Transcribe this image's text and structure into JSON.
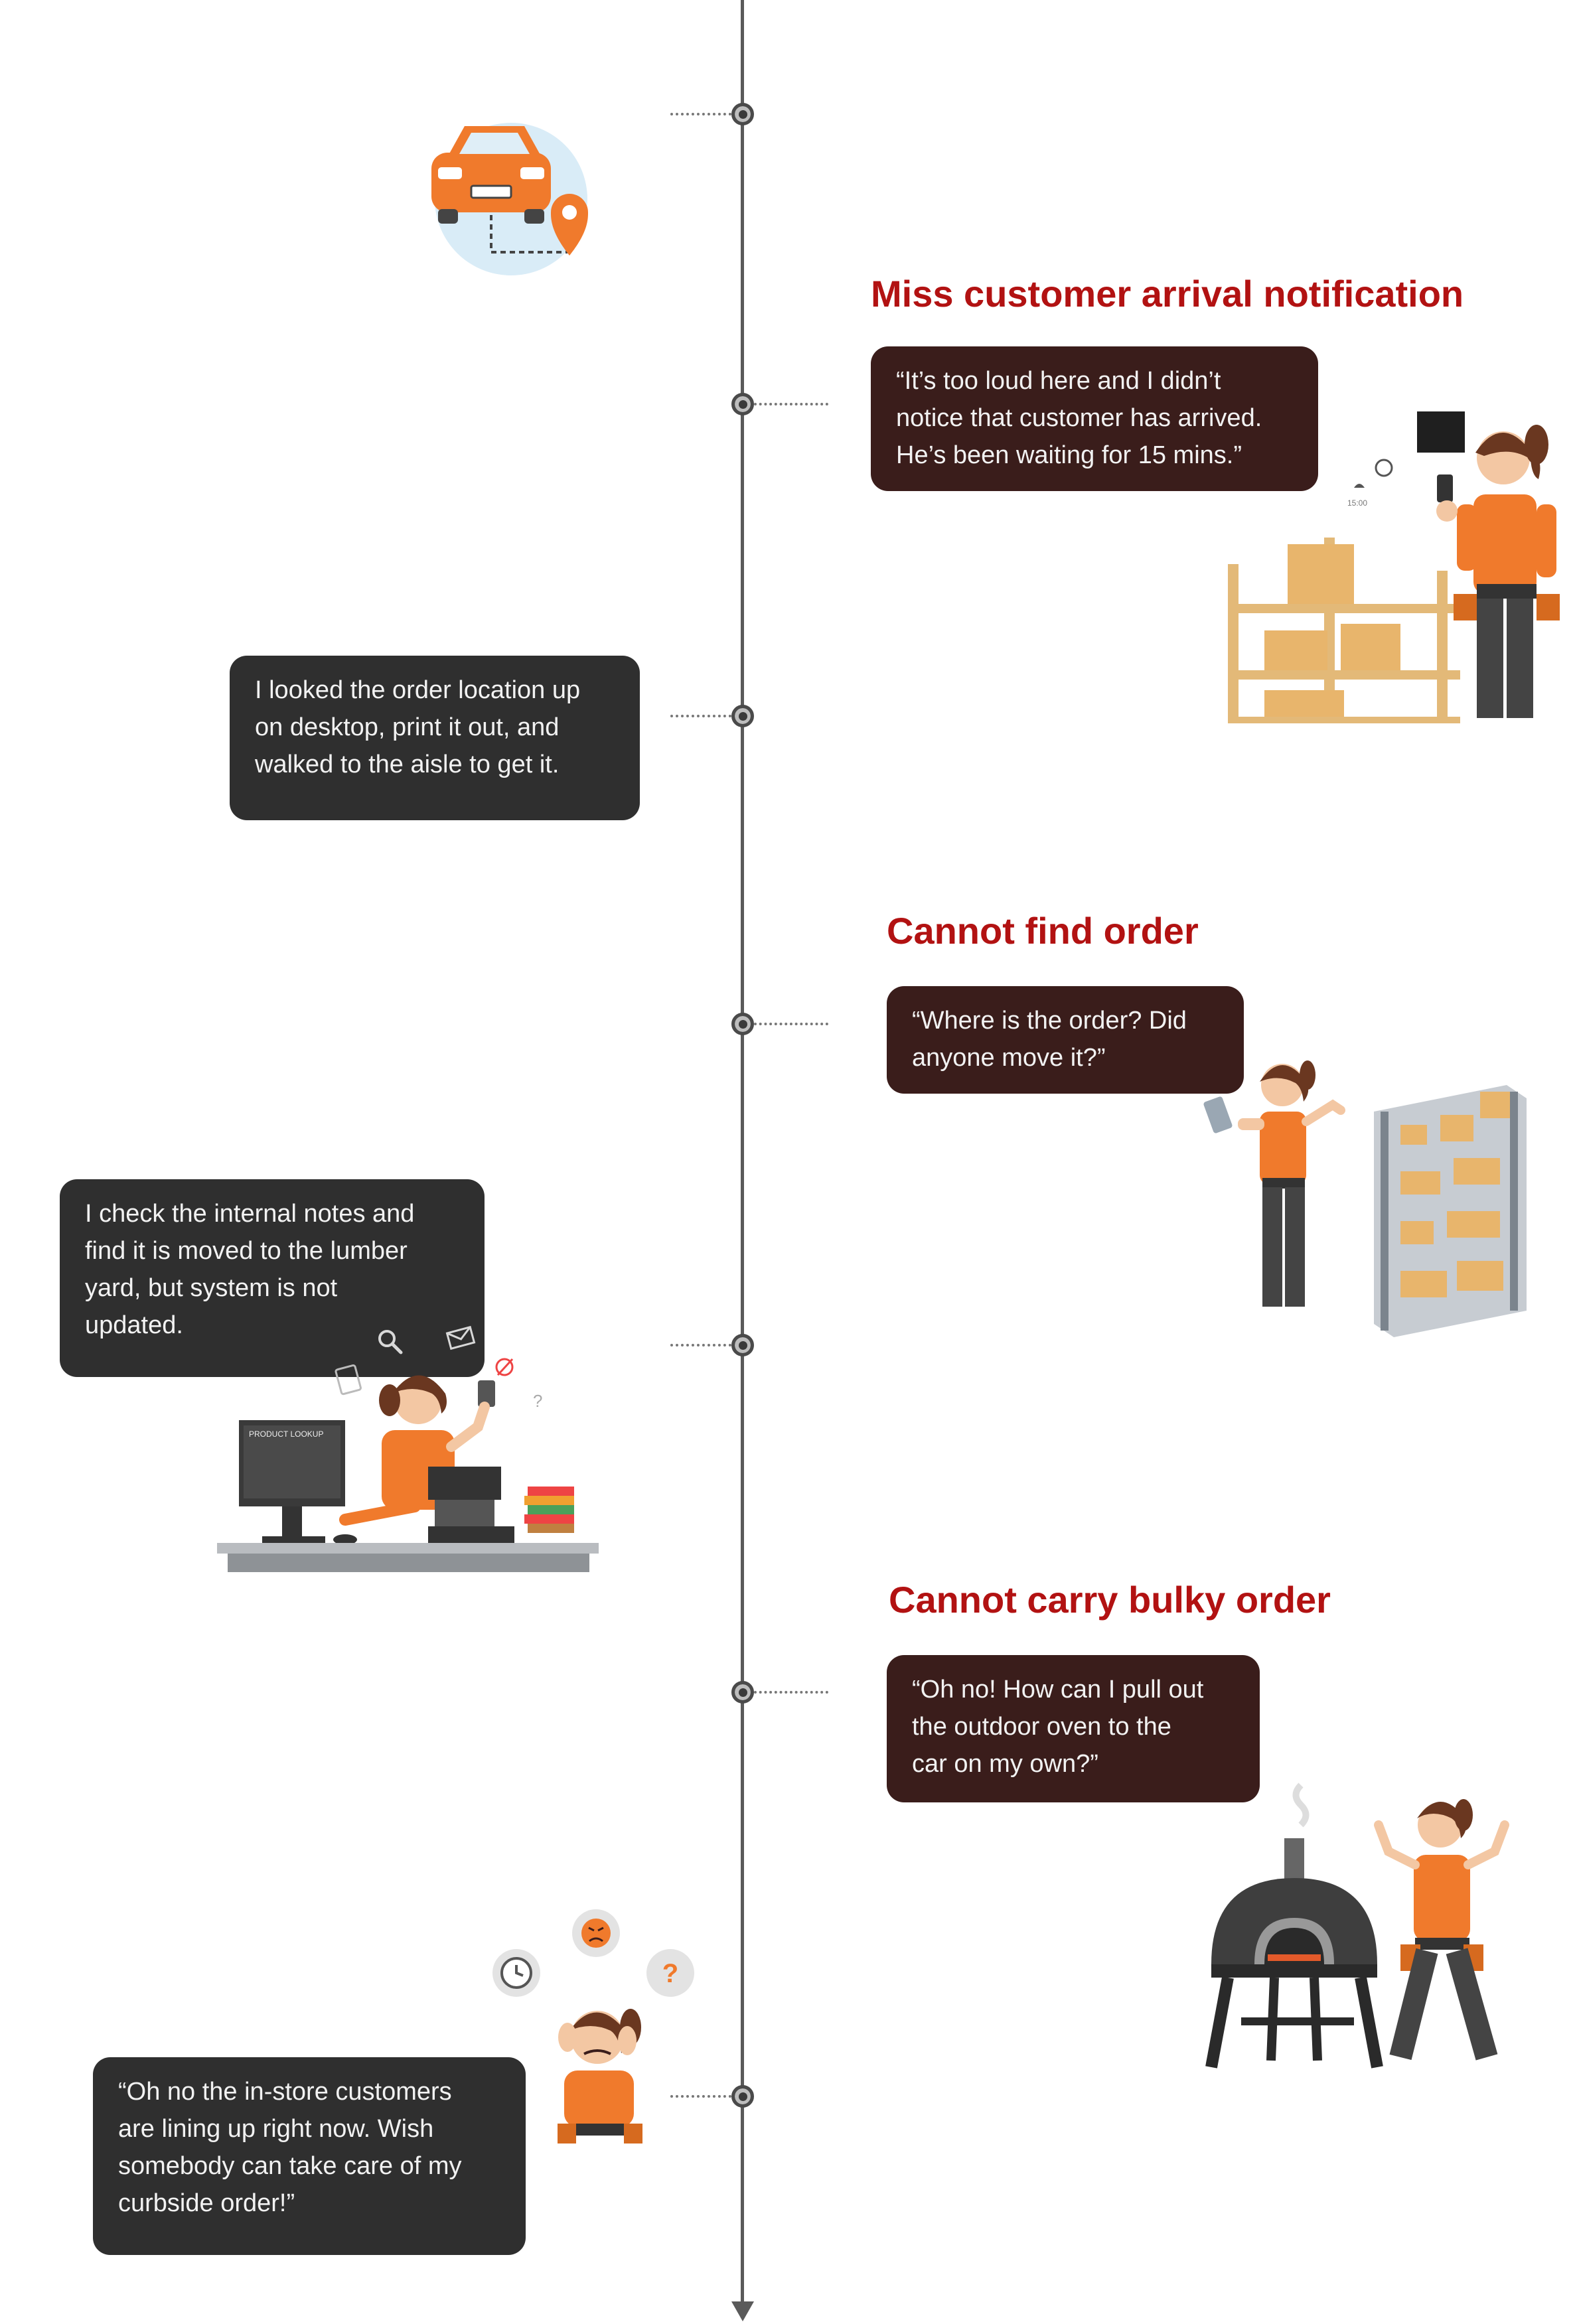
{
  "events": [
    {
      "side": "right",
      "title": "Miss customer arrival notification",
      "quote": "“It’s too loud here and I didn’t notice that customer has arrived. He’s been waiting for 15 mins.”",
      "lines": [
        "“It’s too loud here and I didn’t",
        "notice that  customer has arrived.",
        "He’s been waiting for 15 mins.”"
      ]
    },
    {
      "side": "left",
      "lines": [
        "I looked the order location up",
        "on desktop, print it out, and",
        "walked to the aisle to get it."
      ]
    },
    {
      "side": "right",
      "title": "Cannot find order",
      "lines": [
        "“Where is the order? Did",
        "anyone move it?”"
      ]
    },
    {
      "side": "left",
      "lines": [
        "I check the internal notes and",
        "find it is moved to the lumber",
        "yard, but system is not",
        "updated."
      ]
    },
    {
      "side": "right",
      "title": "Cannot carry bulky order",
      "lines": [
        "“Oh no! How can I pull out",
        "the outdoor oven to the",
        "car on my own?”"
      ]
    },
    {
      "side": "left",
      "lines": [
        "“Oh no the in-store customers",
        "are lining up right now. Wish",
        "somebody can take care of my",
        "curbside order!”"
      ]
    }
  ],
  "illustrations": {
    "monitor_label": "PRODUCT LOOKUP",
    "clock_small_text": "15:00"
  },
  "icons": [
    "car-location-icon",
    "search-icon",
    "mail-icon",
    "clock-icon",
    "angry-face-icon",
    "question-icon"
  ],
  "colors": {
    "title_red": "#b21212",
    "bubble_brown": "#3a1d1b",
    "bubble_dark": "#2f2f2f",
    "accent_orange": "#f07a2c",
    "timeline": "#5a5a5a"
  }
}
